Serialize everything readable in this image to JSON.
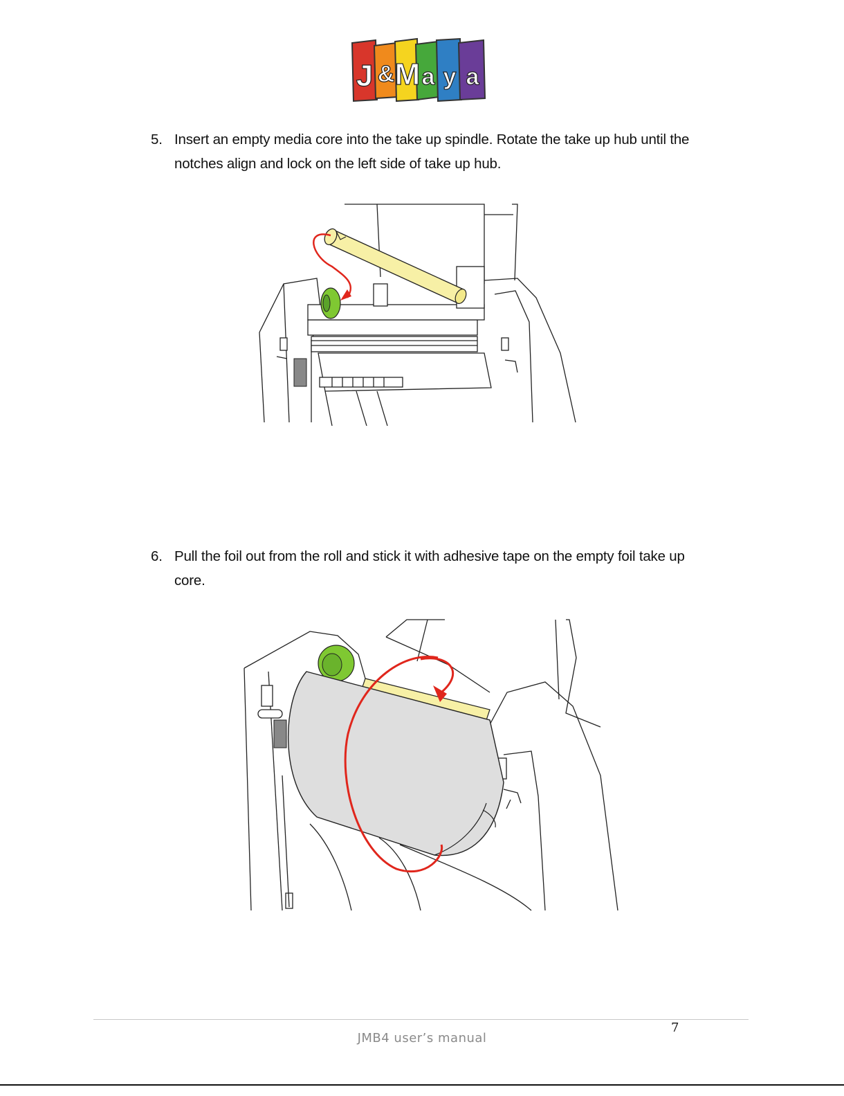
{
  "header": {
    "logo": {
      "letters": [
        "J",
        "&",
        "M",
        "a",
        "y",
        "a"
      ],
      "letter_colors": [
        "#d8362b",
        "#f08a1c",
        "#f5d41f",
        "#46a83b",
        "#2f7fc4",
        "#6a3d98"
      ]
    }
  },
  "steps": [
    {
      "number": "5.",
      "text": "Insert an empty media core into the take up spindle. Rotate the take up hub until the notches align and lock on the left side of take up hub."
    },
    {
      "number": "6.",
      "text": "Pull the foil out from the roll and stick it with adhesive tape on the empty foil take up core."
    }
  ],
  "colors": {
    "arrow": "#e0261c",
    "hub": "#7fc832",
    "core": "#f7f0a6",
    "foil": "#dedede"
  },
  "footer": {
    "page_number": "7",
    "manual_title": "JMB4 user’s manual"
  }
}
